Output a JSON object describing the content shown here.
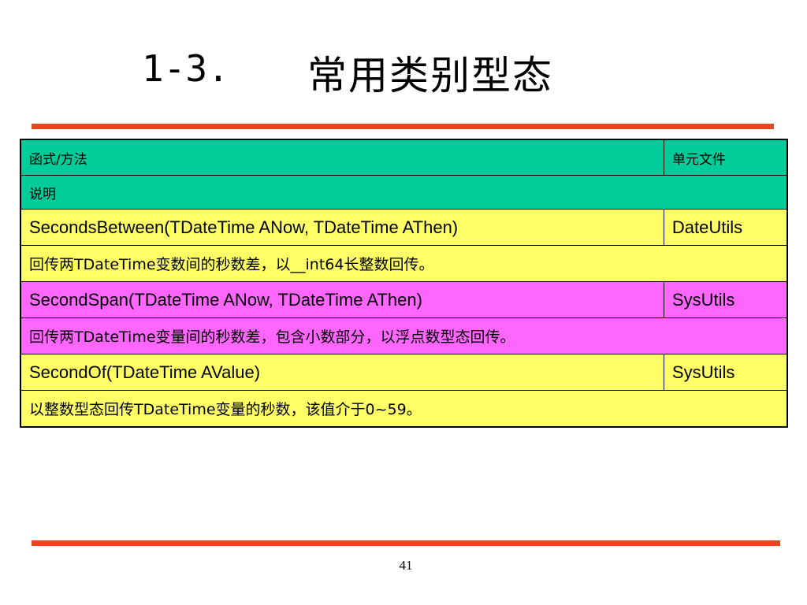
{
  "slide": {
    "title_number": "1-3.",
    "title_text": "常用类别型态",
    "page_number": "41"
  },
  "table": {
    "header": {
      "col_function": "函式/方法",
      "col_unit": "单元文件",
      "col_description": "说明"
    },
    "rows": [
      {
        "function": "SecondsBetween(TDateTime ANow, TDateTime AThen)",
        "unit": "DateUtils",
        "description": "回传两TDateTime变数间的秒数差，以__int64长整数回传。",
        "color": "#ffff66"
      },
      {
        "function": "SecondSpan(TDateTime ANow, TDateTime AThen)",
        "unit": "SysUtils",
        "description": "回传两TDateTime变量间的秒数差，包含小数部分，以浮点数型态回传。",
        "color": "#ff66ff"
      },
      {
        "function": "SecondOf(TDateTime AValue)",
        "unit": "SysUtils",
        "description": "以整数型态回传TDateTime变量的秒数，该值介于0~59。",
        "color": "#ffff66"
      }
    ]
  },
  "colors": {
    "header_bg": "#00cc99",
    "rule": "#e2491d"
  }
}
